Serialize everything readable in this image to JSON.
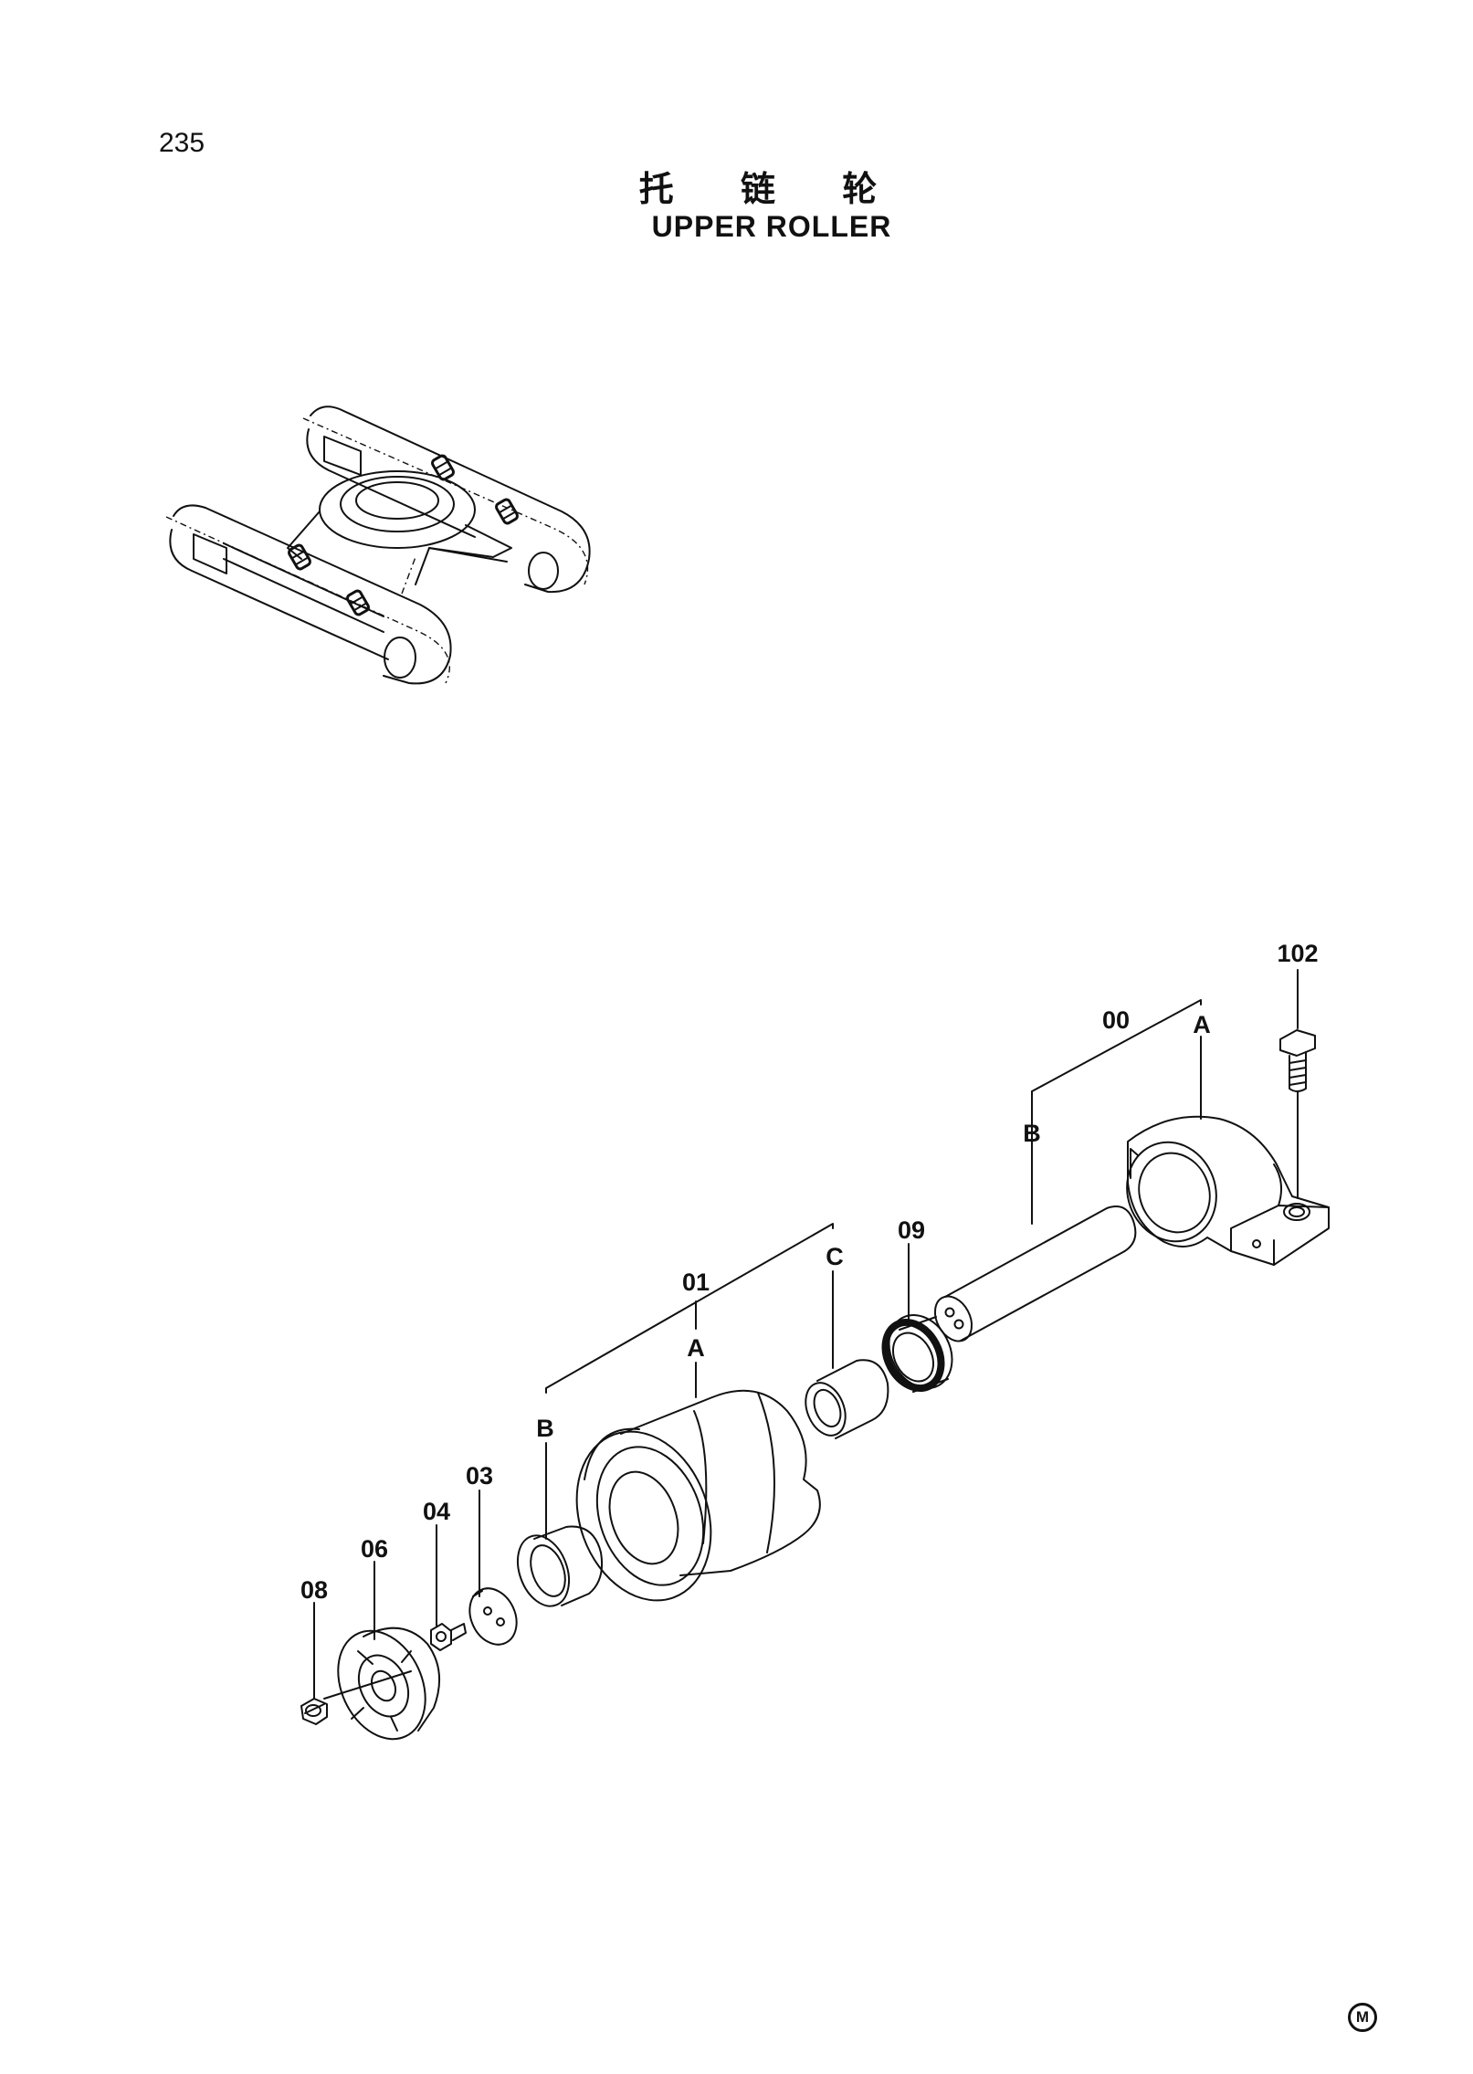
{
  "page": {
    "number": "235",
    "title_cn": "托 链 轮",
    "title_en": "UPPER ROLLER",
    "mark": "M"
  },
  "labels": {
    "p102": "102",
    "p00": "00",
    "p00_a": "A",
    "p00_b": "B",
    "p09": "09",
    "p01": "01",
    "p01_a": "A",
    "p01_b": "B",
    "p01_c": "C",
    "p03": "03",
    "p04": "04",
    "p06": "06",
    "p08": "08"
  }
}
